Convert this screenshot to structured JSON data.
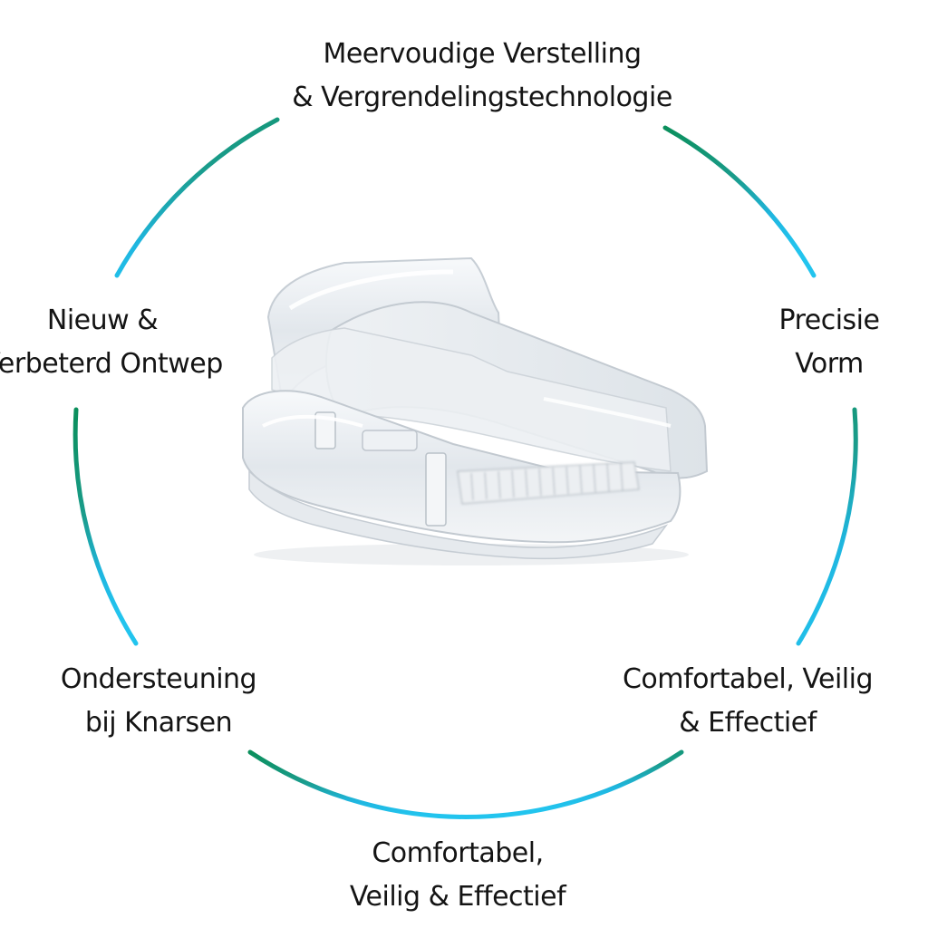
{
  "features": {
    "top": {
      "line1": "Meervoudige Verstelling",
      "line2": "& Vergrendelingstechnologie"
    },
    "left": {
      "line1": "Nieuw &",
      "line2": "Verbeterd Ontwep"
    },
    "right": {
      "line1": "Precisie",
      "line2": "Vorm"
    },
    "bottom_left": {
      "line1": "Ondersteuning",
      "line2": "bij Knarsen"
    },
    "bottom_right": {
      "line1": "Comfortabel, Veilig",
      "line2": "& Effectief"
    },
    "bottom": {
      "line1": "Comfortabel,",
      "line2": "Veilig & Effectief"
    }
  },
  "colors": {
    "ring_green": "#0b8f5c",
    "ring_teal": "#1a9c8c",
    "ring_cyan": "#1fb6e0",
    "ring_sky": "#22c4ee",
    "text": "#141414"
  },
  "product": {
    "icon": "mouth-guard-icon"
  }
}
